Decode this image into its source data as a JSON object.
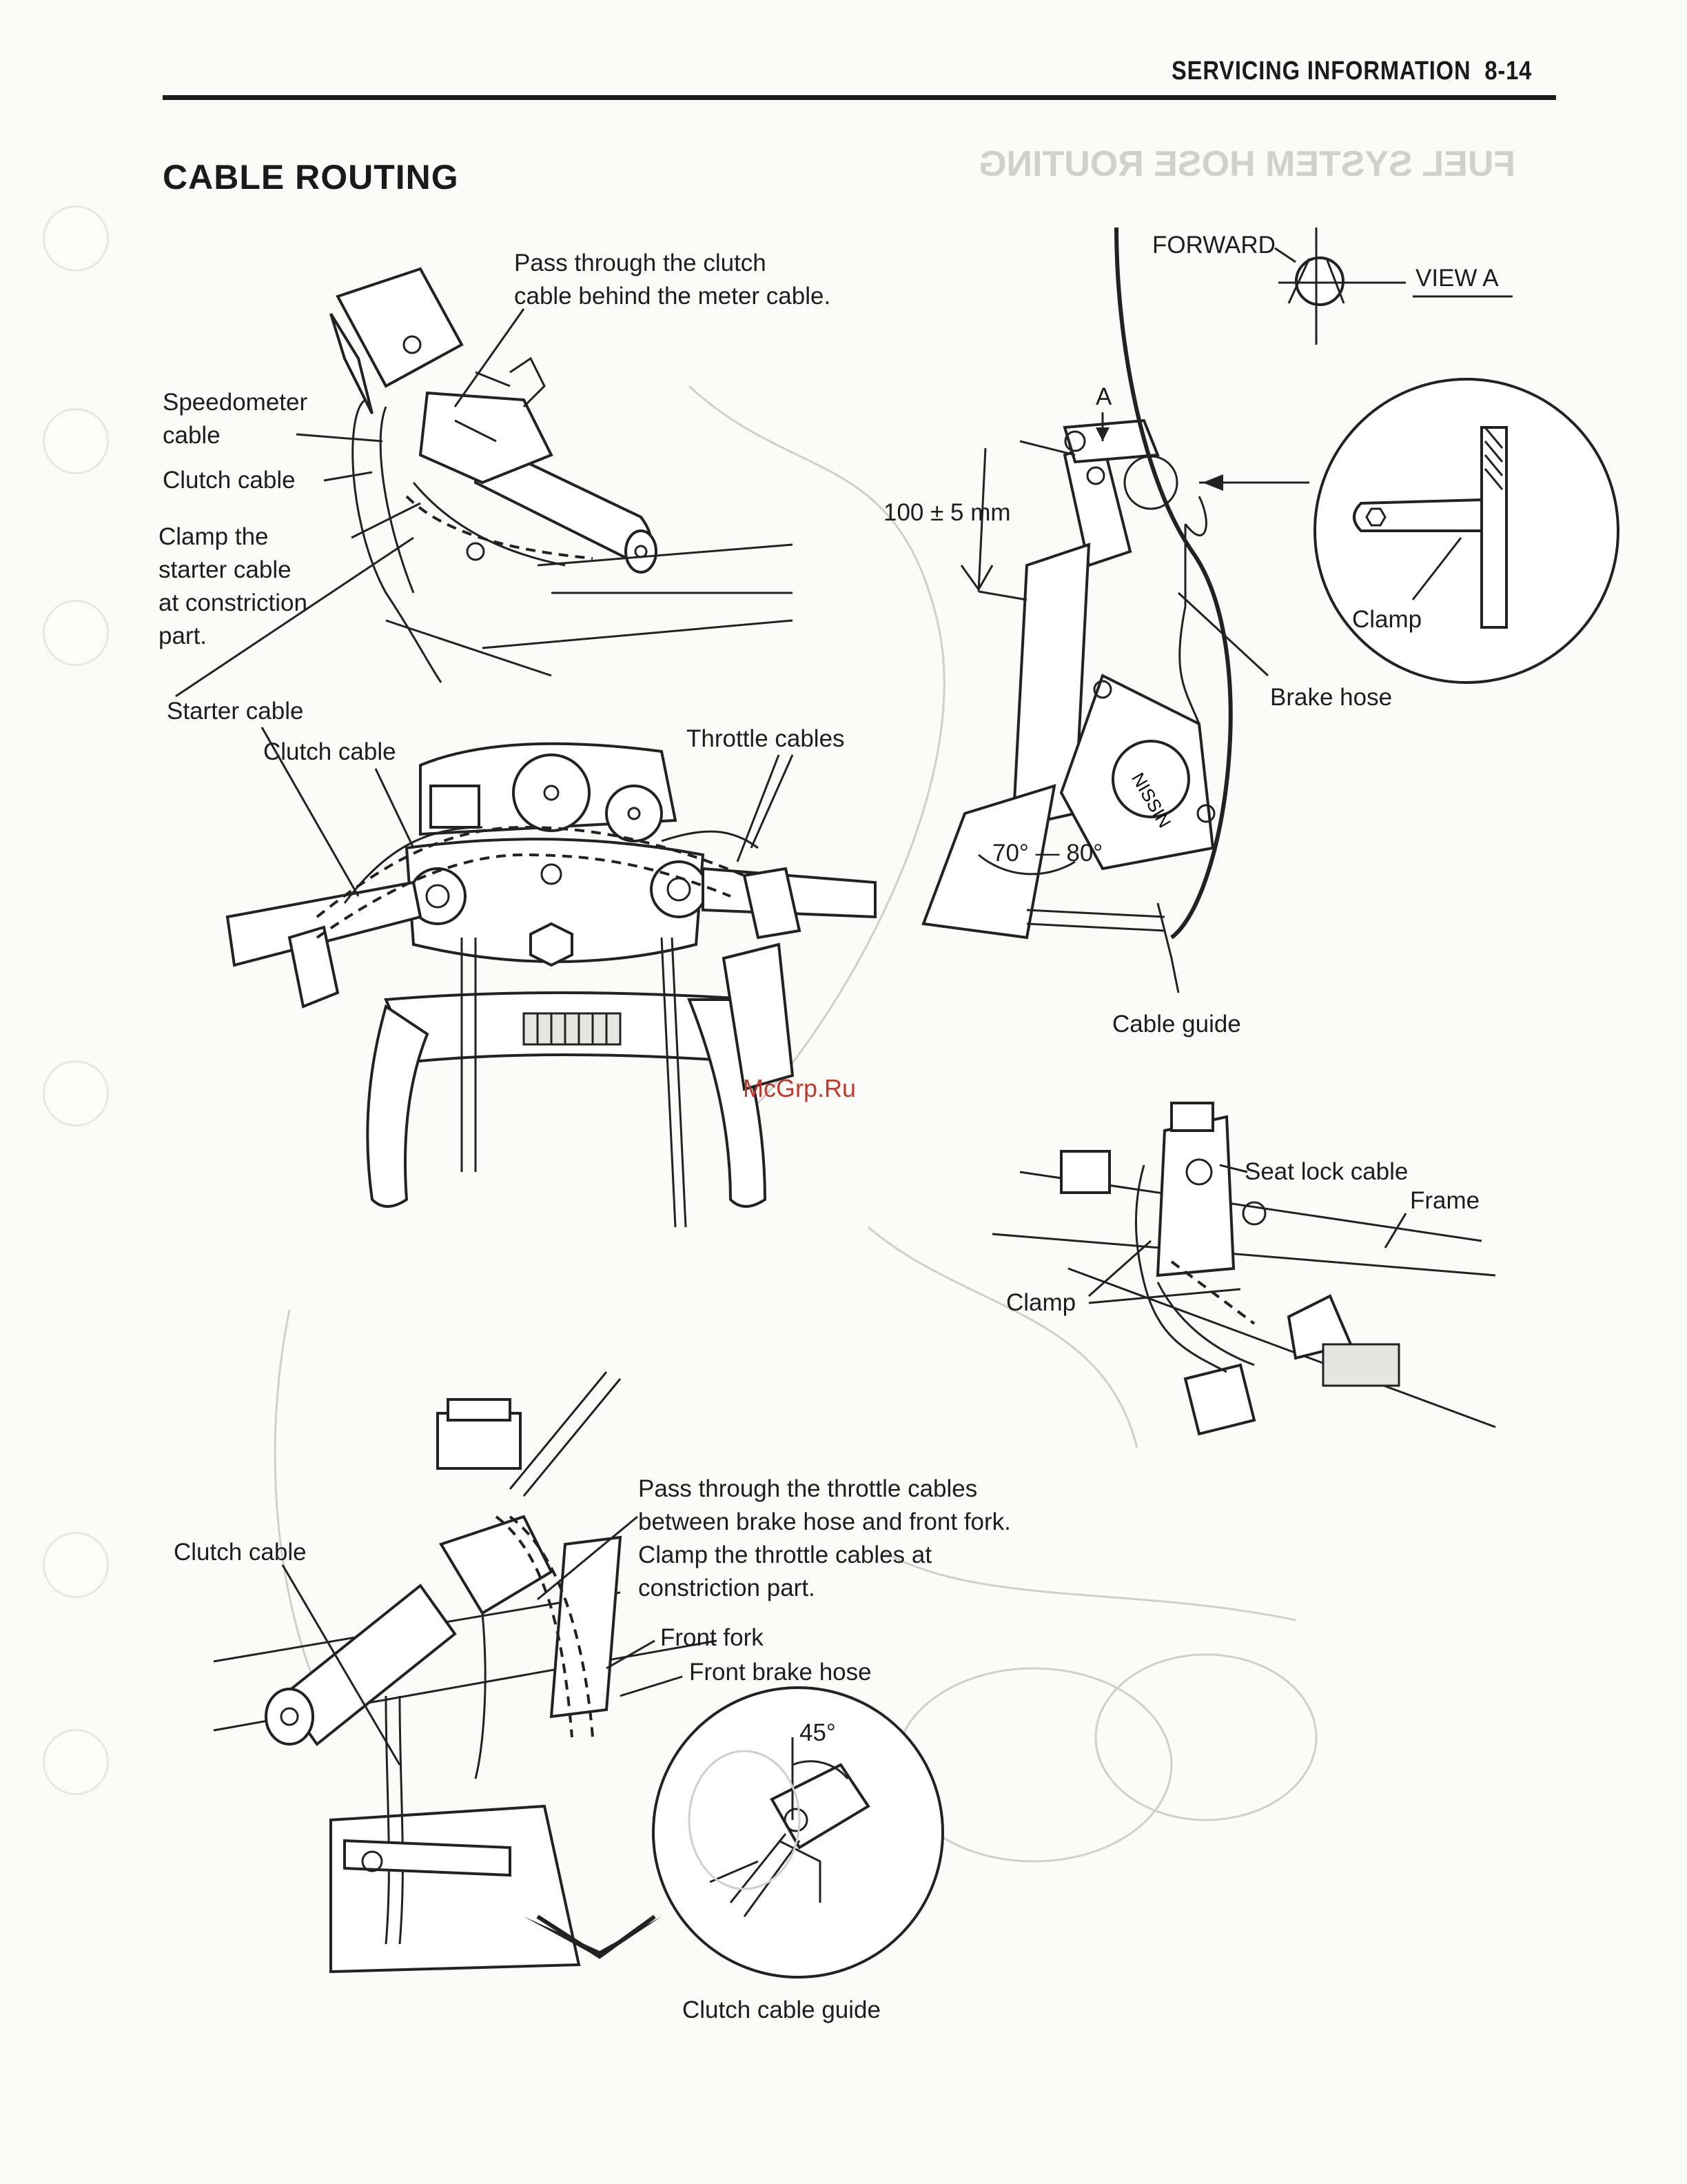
{
  "header": {
    "section": "SERVICING INFORMATION",
    "page": "8-14"
  },
  "page_title": "CABLE ROUTING",
  "watermark": "McGrp.Ru",
  "show_through": {
    "heading": "FUEL SYSTEM HOSE ROUTING"
  },
  "labels": {
    "pass_clutch_line1": "Pass through the clutch",
    "pass_clutch_line2": "cable behind the meter cable.",
    "speedometer_line1": "Speedometer",
    "speedometer_line2": "cable",
    "clutch_cable_top": "Clutch cable",
    "clamp_starter_line1": "Clamp the",
    "clamp_starter_line2": "starter cable",
    "clamp_starter_line3": "at constriction",
    "clamp_starter_line4": "part.",
    "starter_cable": "Starter cable",
    "clutch_cable_mid": "Clutch cable",
    "throttle_cables": "Throttle cables",
    "forward": "FORWARD",
    "view_a": "VIEW A",
    "marker_a": "A",
    "dimension": "100 ± 5 mm",
    "clamp_detail": "Clamp",
    "brake_hose": "Brake hose",
    "angle_range": "70° — 80°",
    "cable_guide": "Cable guide",
    "seat_lock_cable": "Seat lock cable",
    "frame": "Frame",
    "clamp_seat": "Clamp",
    "clutch_cable_bottom": "Clutch cable",
    "pass_throttle_line1": "Pass through the throttle cables",
    "pass_throttle_line2": "between brake hose and front fork.",
    "pass_throttle_line3": "Clamp the throttle cables at",
    "pass_throttle_line4": "constriction part.",
    "front_fork": "Front fork",
    "front_brake_hose": "Front brake hose",
    "angle_45": "45°",
    "clutch_cable_guide": "Clutch cable guide",
    "brake_tank_mark": "NISSIN"
  }
}
